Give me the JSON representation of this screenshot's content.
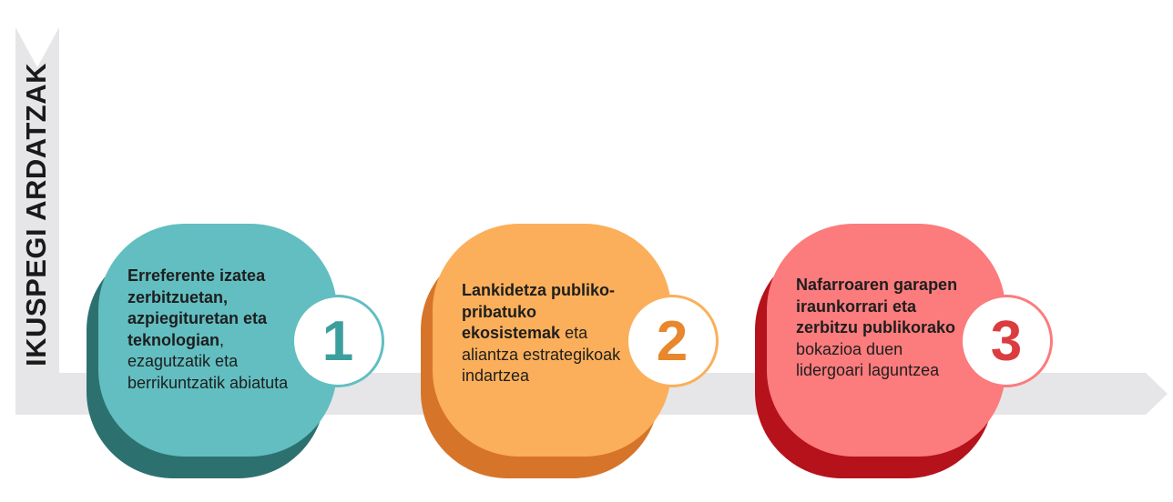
{
  "title": "IKUSPEGI ARDATZAK",
  "colors": {
    "axis": "#e6e6e8",
    "teal": "#62bec1",
    "teal_dark": "#2c716f",
    "teal_num": "#3d9f9d",
    "orange": "#fbaf5a",
    "orange_dark": "#d6752a",
    "orange_num": "#e8872e",
    "red": "#fc7b7d",
    "red_dark": "#b5121b",
    "red_num": "#db3c40"
  },
  "steps": [
    {
      "number": "1",
      "bold": "Erreferente izatea zerbitzuetan, azpiegituretan eta teknologian",
      "normal": ", ezagutzatik eta berrikuntzatik abiatuta"
    },
    {
      "number": "2",
      "bold": "Lankidetza publiko-pribatuko ekosistemak",
      "normal": " eta aliantza estrategikoak indartzea"
    },
    {
      "number": "3",
      "bold": "Nafarroaren garapen iraunkorrari eta zerbitzu publikorako",
      "normal": " bokazioa duen lidergoari laguntzea"
    }
  ]
}
